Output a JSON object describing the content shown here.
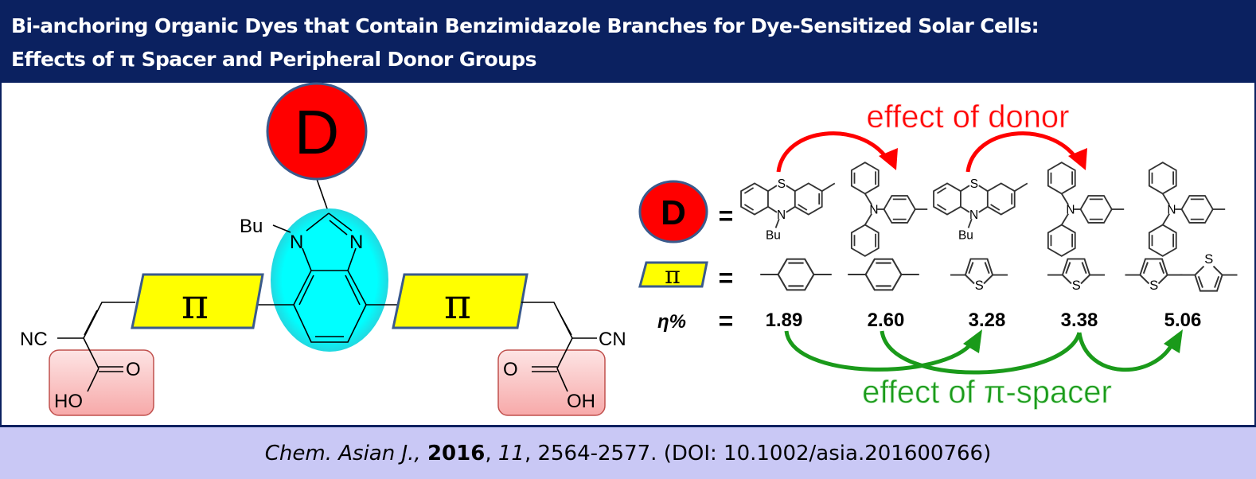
{
  "title": {
    "line1": "Bi-anchoring Organic Dyes that Contain Benzimidazole Branches for Dye-Sensitized Solar Cells:",
    "line2": "Effects of π Spacer and Peripheral Donor Groups"
  },
  "scheme": {
    "donor_label": "D",
    "pi_label": "π",
    "bu": "Bu",
    "n": "N",
    "nc": "NC",
    "cn": "CN",
    "o": "O",
    "ho": "HO",
    "oh": "OH"
  },
  "legend": {
    "donor_label": "D",
    "pi_label": "π",
    "equals": "=",
    "eta_label": "η%",
    "atoms": {
      "s": "S",
      "n": "N",
      "bu": "Bu"
    }
  },
  "efficiencies": [
    "1.89",
    "2.60",
    "3.28",
    "3.38",
    "5.06"
  ],
  "donors": [
    "phenothiazine",
    "triphenylamine",
    "phenothiazine",
    "triphenylamine",
    "triphenylamine"
  ],
  "spacers": [
    "phenylene",
    "phenylene",
    "thiophene",
    "thiophene",
    "bithiophene"
  ],
  "annotations": {
    "donor_effect": "effect of donor",
    "spacer_effect": "effect of π-spacer"
  },
  "colors": {
    "donor": "#ff0000",
    "pi": "#ffff00",
    "core": "#00ffff",
    "anchor": "#f9b9b9",
    "donor_arrow": "#ff0000",
    "spacer_arrow": "#1a9a1a",
    "title_bg": "#0b2160",
    "footer_bg": "#c9c8f5"
  },
  "citation": {
    "journal": "Chem. Asian J.,",
    "year": "2016",
    "volume": "11",
    "pages": ", 2564-2577. (DOI: 10.1002/asia.201600766)"
  }
}
